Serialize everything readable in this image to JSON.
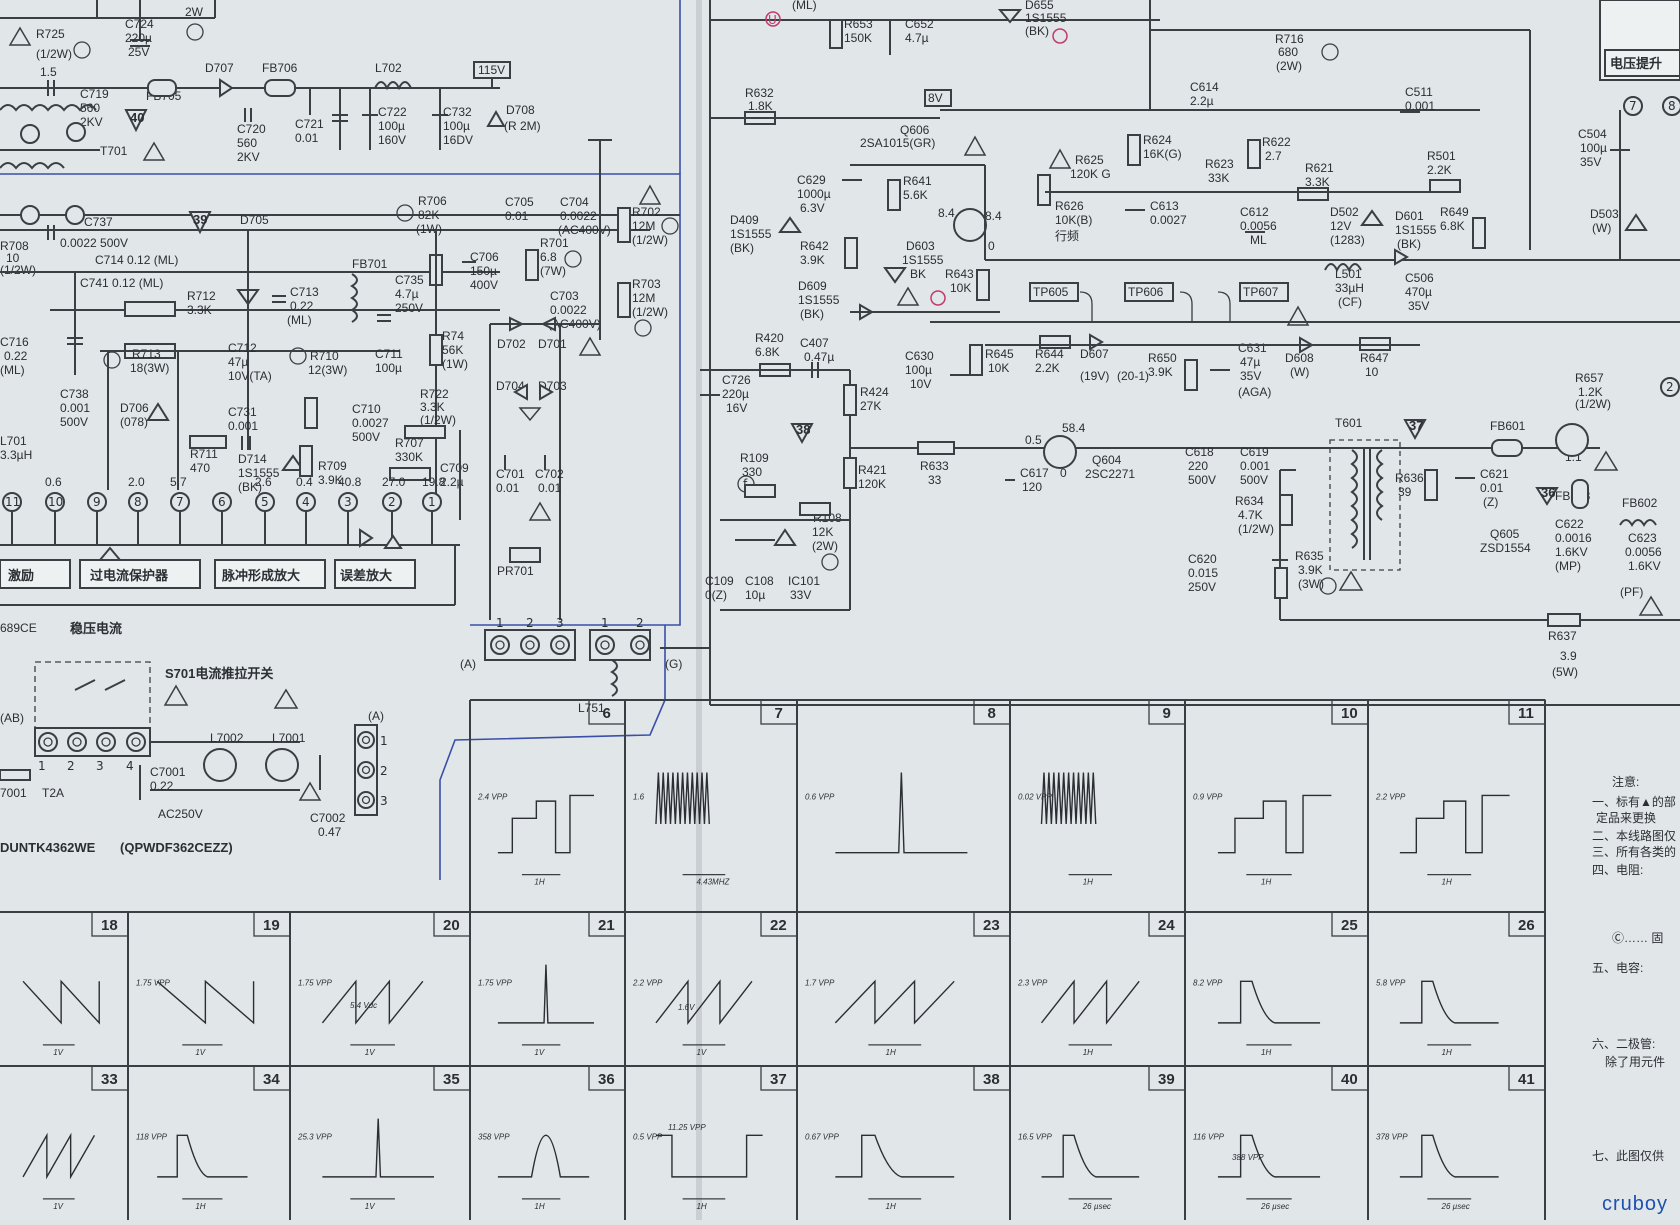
{
  "watermark": "cruboy",
  "top_left": {
    "r725": "R725",
    "r725_val": "(1/2W)",
    "c724": "C724",
    "c724_val": "220µ",
    "c724_v": "25V",
    "w2": "2W",
    "v15": "1.5",
    "c719": "C719",
    "c719_val": "560",
    "c719_v": "2KV",
    "n40": "40",
    "d707": "D707",
    "fb706": "FB706",
    "fb705": "FB705",
    "l702": "L702",
    "v115": "115V",
    "c720": "C720",
    "c720_val": "560",
    "c720_v": "2KV",
    "c721": "C721",
    "c721_val": "0.01",
    "c722": "C722",
    "c722_val": "100µ",
    "c722_v": "160V",
    "c732": "C732",
    "c732_val": "100µ",
    "c732_v": "16DV",
    "d708": "D708",
    "d708_val": "(R 2M)",
    "t701": "T701"
  },
  "regulator": {
    "r708": "R708",
    "r708_val": "10",
    "r708_w": "(1/2W)",
    "c737": "C737",
    "c737_val": "0.0022 500V",
    "n39": "39",
    "d705": "D705",
    "c714": "C714 0.12 (ML)",
    "c741": "C741 0.12 (ML)",
    "r712": "R712",
    "r712_val": "3.3K",
    "c713": "C713",
    "c713_val": "0.22",
    "c713_t": "(ML)",
    "c716": "C716",
    "c716_val": "0.22",
    "c716_t": "(ML)",
    "r713": "R713",
    "r713_val": "18(3W)",
    "c738": "C738",
    "c738_val": "0.001",
    "c738_v": "500V",
    "d706": "D706",
    "d706_t": "(078)",
    "l701": "L701",
    "l701_val": "3.3µH",
    "c712": "C712",
    "c712_val": "47µ",
    "c712_v": "10V(TA)",
    "c731": "C731",
    "c731_val": "0.001",
    "r711": "R711",
    "r711_val": "470",
    "d714": "D714",
    "d714_val": "1S1555",
    "d714_t": "(BK)",
    "r710": "R710",
    "r710_val": "12(3W)",
    "r706": "R706",
    "r706_val": "82K",
    "r706_w": "(1W)",
    "c735": "C735",
    "c735_val": "4.7µ",
    "c735_v": "250V",
    "fb701": "FB701",
    "c711": "C711",
    "c711_val": "100µ",
    "r74": "R74",
    "r74_val": "56K",
    "r74_w": "(1W)",
    "c710": "C710",
    "c710_val": "0.0027",
    "c710_v": "500V",
    "r722": "R722",
    "r722_val": "3.3K",
    "r722_w": "(1/2W)",
    "r707": "R707",
    "r707_val": "330K",
    "r709": "R709",
    "r709_val": "3.9K",
    "c709": "C709",
    "c709_val": "2.2µ",
    "c705": "C705",
    "c705_val": "0.01",
    "c706": "C706",
    "c706_val": "150µ",
    "c706_v": "400V",
    "r701": "R701",
    "r701_val": "6.8",
    "r701_w": "(7W)",
    "c704": "C704",
    "c704_val": "0.0022",
    "c704_v": "(AC400V)",
    "c703": "C703",
    "c703_val": "0.0022",
    "c703_v": "(AC400V)",
    "r702": "R702",
    "r702_val": "12M",
    "r702_w": "(1/2W)",
    "r703": "R703",
    "r703_val": "12M",
    "r703_w": "(1/2W)",
    "d702": "D702",
    "d701": "D701",
    "d704": "D704",
    "d703": "D703",
    "c701": "C701",
    "c701_val": "0.01",
    "c702": "C702",
    "c702_val": "0.01",
    "pr701": "PR701",
    "pins": [
      "11",
      "10",
      "9",
      "8",
      "7",
      "6",
      "5",
      "4",
      "3",
      "2",
      "1"
    ],
    "pin_volts": [
      "0.6",
      "",
      "2.0",
      "5.7",
      "",
      "2.6",
      "0.4",
      "40.8",
      "27.0",
      "19.8"
    ],
    "block_excite": "激励",
    "block_overcurrent": "过电流保护器",
    "block_pulse": "脉冲形成放大",
    "block_error": "误差放大",
    "ic_name": "689CE",
    "ic_title": "稳压电流"
  },
  "power_in": {
    "s701": "S701电流推拉开关",
    "ab": "(AB)",
    "pins": [
      "1",
      "2",
      "3",
      "4"
    ],
    "t2a": "T2A",
    "r7001": "7001",
    "c7001": "C7001",
    "c7001_val": "0.22",
    "ac250": "AC250V",
    "l7002": "L7002",
    "l7001": "L7001",
    "c7002": "C7002",
    "c7002_val": "0.47",
    "a_conn": "(A)",
    "a_pins": [
      "1",
      "2",
      "3"
    ],
    "part_dunt": "DUNTK4362WE",
    "part_qpw": "(QPWDF362CEZZ)",
    "conn_a": "(A)",
    "conn_g": "(G)",
    "conn_pins": [
      "1",
      "2",
      "3",
      "1",
      "2"
    ],
    "l751": "L751"
  },
  "horizontal": {
    "u": "U",
    "ml": "(ML)",
    "r653": "R653",
    "r653_val": "150K",
    "c652": "C652",
    "c652_val": "4.7µ",
    "d655": "D655",
    "d655_val": "1S1555",
    "d655_t": "(BK)",
    "r716": "R716",
    "r716_val": "680",
    "r716_w": "(2W)",
    "r632": "R632",
    "r632_val": "1.8K",
    "v8": "8V",
    "q606": "Q606",
    "q606_val": "2SA1015(GR)",
    "c629": "C629",
    "c629_val": "1000µ",
    "c629_v": "6.3V",
    "r641": "R641",
    "r641_val": "5.6K",
    "d409": "D409",
    "d409_val": "1S1555",
    "d409_t": "(BK)",
    "v84a": "8.4",
    "v84b": "8.4",
    "v0": "0",
    "r642": "R642",
    "r642_val": "3.9K",
    "d603": "D603",
    "d603_val": "1S1555",
    "d603_t": "BK",
    "r643": "R643",
    "r643_val": "10K",
    "d609": "D609",
    "d609_val": "1S1555",
    "d609_t": "(BK)",
    "c614": "C614",
    "c614_val": "2.2µ",
    "r624": "R624",
    "r624_val": "16K(G)",
    "r622": "R622",
    "r622_val": "2.7",
    "r625": "R625",
    "r625_val": "120K G",
    "r623": "R623",
    "r623_val": "33K",
    "r621": "R621",
    "r621_val": "3.3K",
    "r626": "R626",
    "r626_val": "10K(B)",
    "r626_t": "行频",
    "c613": "C613",
    "c613_val": "0.0027",
    "c612": "C612",
    "c612_val": "0.0056",
    "c612_t": "ML",
    "d502": "D502",
    "d502_val": "12V",
    "d502_t": "(1283)",
    "d601": "D601",
    "d601_val": "1S1555",
    "d601_t": "(BK)",
    "r649": "R649",
    "r649_val": "6.8K",
    "c511": "C511",
    "c511_val": "0.001",
    "r501": "R501",
    "r501_val": "2.2K",
    "c504": "C504",
    "c504_val": "100µ",
    "c504_v": "35V",
    "d503": "D503",
    "d503_t": "(W)",
    "box_title": "电压提升",
    "n7": "7",
    "n8": "8",
    "tp605": "TP605",
    "tp606": "TP606",
    "tp607": "TP607",
    "l501": "L501",
    "l501_val": "33µH",
    "l501_t": "(CF)",
    "c506": "C506",
    "c506_val": "470µ",
    "c506_v": "35V",
    "r420": "R420",
    "r420_val": "6.8K",
    "c407": "C407",
    "c407_val": "0.47µ",
    "c726": "C726",
    "c726_val": "220µ",
    "c726_v": "16V",
    "c630": "C630",
    "c630_val": "100µ",
    "c630_v": "10V",
    "r645": "R645",
    "r645_val": "10K",
    "r644": "R644",
    "r644_val": "2.2K",
    "d607": "D607",
    "d607_val": "(19V)",
    "d607_t": "(20-1)",
    "r650": "R650",
    "r650_val": "3.9K",
    "c631": "C631",
    "c631_val": "47µ",
    "c631_v": "35V",
    "c631_t": "(AGA)",
    "d608": "D608",
    "d608_t": "(W)",
    "r647": "R647",
    "r647_val": "10",
    "r424": "R424",
    "r424_val": "27K",
    "n38": "38",
    "r633": "R633",
    "r633_val": "33",
    "v05": "0.5",
    "v584": "58.4",
    "v00": "0",
    "q604": "Q604",
    "q604_val": "2SC2271",
    "c617": "C617",
    "c617_val": "120",
    "c618": "C618",
    "c618_val": "220",
    "c618_v": "500V",
    "c619": "C619",
    "c619_val": "0.001",
    "c619_v": "500V",
    "t601": "T601",
    "n37": "37",
    "fb601": "FB601",
    "r636": "R636",
    "r636_val": "39",
    "c621": "C621",
    "c621_val": "0.01",
    "c621_t": "(Z)",
    "r634": "R634",
    "r634_val": "4.7K",
    "r634_w": "(1/2W)",
    "r657": "R657",
    "r657_val": "1.2K",
    "r657_w": "(1/2W)",
    "fb603": "FB603",
    "fb602": "FB602",
    "n36": "36",
    "n2": "2",
    "v11": "1.1",
    "r109": "R109",
    "r109_val": "330",
    "r108": "R108",
    "r108_val": "12K",
    "r108_w": "(2W)",
    "r421": "R421",
    "r421_val": "120K",
    "f": "f",
    "c109": "C109",
    "c109_val": "0(Z)",
    "c108": "C108",
    "c108_val": "10µ",
    "ic101": "IC101",
    "ic101_val": "33V",
    "c620": "C620",
    "c620_val": "0.015",
    "c620_v": "250V",
    "r635": "R635",
    "r635_val": "3.9K",
    "r635_w": "(3W)",
    "q605": "Q605",
    "q605_val": "ZSD1554",
    "c622": "C622",
    "c622_val": "0.0016",
    "c622_v": "1.6KV",
    "c622_t": "(MP)",
    "c623": "C623",
    "c623_val": "0.0056",
    "c623_v": "1.6KV",
    "c623_t": "(PF)",
    "r637": "R637",
    "r637_val": "3.9",
    "r637_w": "(5W)"
  },
  "notes": {
    "title": "注意:",
    "items": [
      "一、标有▲的部",
      "定品来更换",
      "二、本线路图仅",
      "三、所有各类的",
      "四、电阻:"
    ],
    "resistor_note": "Ⓒ…… 固",
    "cap_note": "五、电容:",
    "tube_note": "六、二极管:",
    "tube_note2": "除了用元件",
    "last_note": "七、此图仅供"
  },
  "waveforms": [
    {
      "n": "6",
      "amp": "2.4 VPP",
      "time": "1H"
    },
    {
      "n": "7",
      "amp": "1.6",
      "time": "4.43MHZ"
    },
    {
      "n": "8",
      "amp": "0.6 VPP",
      "time": ""
    },
    {
      "n": "9",
      "amp": "0.02 VPP",
      "time": "1H"
    },
    {
      "n": "10",
      "amp": "0.9 VPP",
      "time": "1H"
    },
    {
      "n": "11",
      "amp": "2.2 VPP",
      "time": "1H"
    },
    {
      "n": "18",
      "amp": "",
      "time": "1V"
    },
    {
      "n": "19",
      "amp": "1.75 VPP",
      "time": "1V"
    },
    {
      "n": "20",
      "amp": "1.75 VPP",
      "time": "1V"
    },
    {
      "n": "21",
      "amp": "1.75 VPP",
      "time": "1V"
    },
    {
      "n": "22",
      "amp": "2.2 VPP",
      "time": "1V"
    },
    {
      "n": "23",
      "amp": "1.7 VPP",
      "time": "1H"
    },
    {
      "n": "24",
      "amp": "2.3 VPP",
      "time": "1H"
    },
    {
      "n": "25",
      "amp": "8.2 VPP",
      "time": "1H"
    },
    {
      "n": "26",
      "amp": "5.8 VPP",
      "time": "1H"
    },
    {
      "n": "33",
      "amp": "",
      "time": "1V"
    },
    {
      "n": "34",
      "amp": "118 VPP",
      "time": "1H"
    },
    {
      "n": "35",
      "amp": "25.3 VPP",
      "time": "1V"
    },
    {
      "n": "36",
      "amp": "358 VPP",
      "time": "1H"
    },
    {
      "n": "37",
      "amp": "0.5 VPP",
      "time": "1H"
    },
    {
      "n": "38",
      "amp": "0.67 VPP",
      "time": "1H"
    },
    {
      "n": "39",
      "amp": "16.5 VPP",
      "time": "26 µsec"
    },
    {
      "n": "40",
      "amp": "116 VPP",
      "time": "26 µsec"
    },
    {
      "n": "41",
      "amp": "378 VPP",
      "time": "26 µsec"
    }
  ],
  "wave_extra": {
    "w19_v": "5.4 Vdc",
    "w22_v": "1.6V",
    "w37_v": "11.25 VPP",
    "w40_v": "388 VPP"
  }
}
